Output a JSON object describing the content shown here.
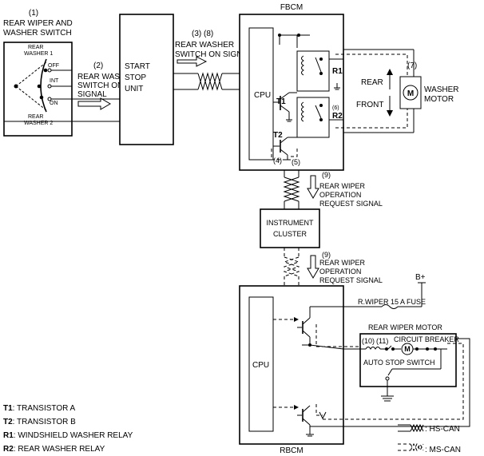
{
  "switch": {
    "index": "(1)",
    "title_line1": "REAR WIPER AND",
    "title_line2": "WASHER SWITCH",
    "washer1_line1": "REAR",
    "washer1_line2": "WASHER 1",
    "washer2_line1": "REAR",
    "washer2_line2": "WASHER 2",
    "pos_off": "OFF",
    "pos_int": "INT",
    "pos_on": "ON"
  },
  "signal_switch_on": {
    "index": "(2)",
    "line1": "REAR WASHER",
    "line2": "SWITCH ON",
    "line3": "SIGNAL"
  },
  "start_stop": {
    "line1": "START",
    "line2": "STOP",
    "line3": "UNIT"
  },
  "signal_to_fbcm": {
    "index": "(3) (8)",
    "line1": "REAR WASHER",
    "line2": "SWITCH ON SIGNAL"
  },
  "fbcm": {
    "title": "FBCM",
    "cpu": "CPU",
    "t1": "T1",
    "t2": "T2",
    "r1": "R1",
    "r2": "R2",
    "idx4": "(4)",
    "idx5": "(5)",
    "idx6": "(6)"
  },
  "washer_motor": {
    "index": "(7)",
    "line1": "WASHER",
    "line2": "MOTOR",
    "symbol": "M",
    "rear": "REAR",
    "front": "FRONT"
  },
  "request_signal_1": {
    "index": "(9)",
    "line1": "REAR WIPER",
    "line2": "OPERATION",
    "line3": "REQUEST SIGNAL"
  },
  "instrument_cluster": {
    "line1": "INSTRUMENT",
    "line2": "CLUSTER"
  },
  "request_signal_2": {
    "index": "(9)",
    "line1": "REAR WIPER",
    "line2": "OPERATION",
    "line3": "REQUEST SIGNAL"
  },
  "rbcm": {
    "title": "RBCM",
    "cpu": "CPU",
    "fuse": "R.WIPER 15 A FUSE",
    "bplus": "B+"
  },
  "rear_wiper_motor": {
    "title": "REAR WIPER MOTOR",
    "idx10": "(10)",
    "idx11": "(11)",
    "breaker": "CIRCUIT BREAKER",
    "auto_stop": "AUTO STOP SWITCH",
    "symbol": "M"
  },
  "legend_left": [
    {
      "key": "T1",
      "text": ": TRANSISTOR A"
    },
    {
      "key": "T2",
      "text": ": TRANSISTOR B"
    },
    {
      "key": "R1",
      "text": ": WINDSHIELD WASHER RELAY"
    },
    {
      "key": "R2",
      "text": ": REAR WASHER RELAY"
    }
  ],
  "legend_right": [
    {
      "text": ": HS-CAN"
    },
    {
      "text": ": MS-CAN"
    }
  ]
}
